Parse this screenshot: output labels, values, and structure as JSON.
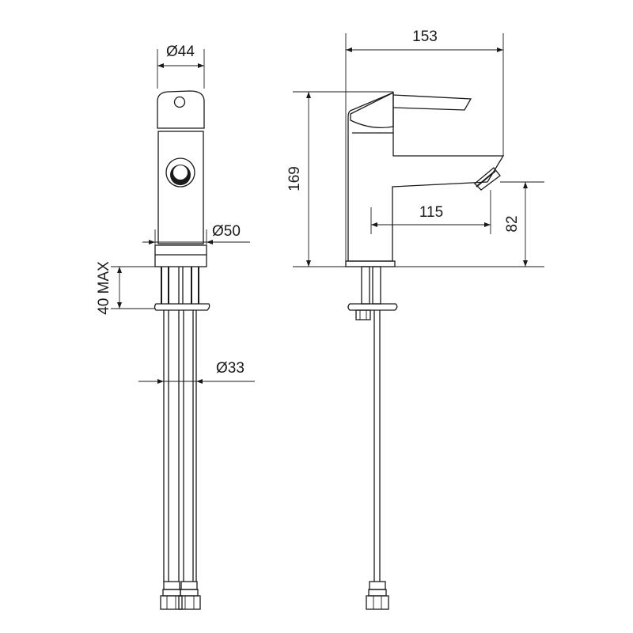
{
  "dimensions": {
    "front_body_diameter": "Ø44",
    "front_base_diameter": "Ø50",
    "front_shank_diameter": "Ø33",
    "front_max_thickness": "40 MAX",
    "side_total_length": "153",
    "side_total_height": "169",
    "side_spout_reach": "115",
    "side_spout_height": "82"
  }
}
